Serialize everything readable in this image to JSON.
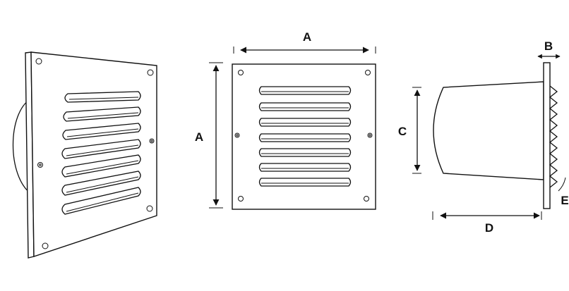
{
  "dimensions": {
    "a_width": "A",
    "a_height": "A",
    "b": "B",
    "c": "C",
    "d": "D",
    "e": "E"
  },
  "colors": {
    "line": "#111111",
    "background": "#ffffff"
  }
}
